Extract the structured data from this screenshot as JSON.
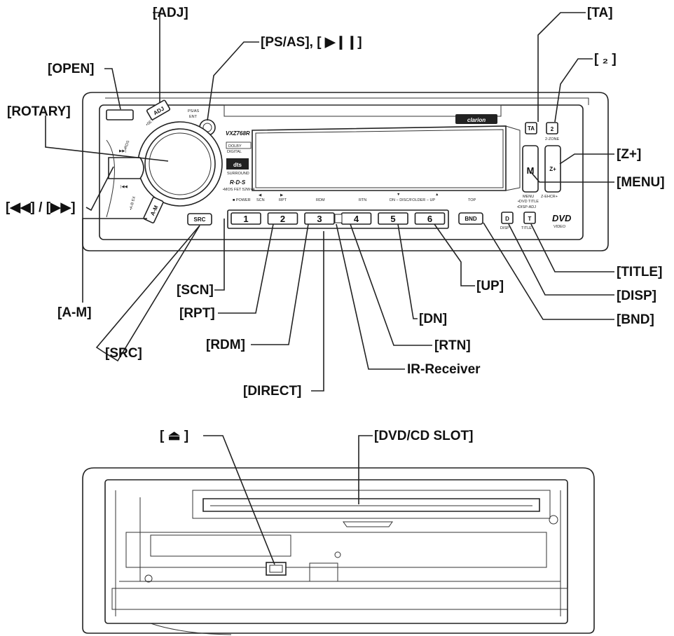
{
  "callouts": {
    "adj": "[ADJ]",
    "ta": "[TA]",
    "ps_as": "[PS/AS], [ ▶❙❙]",
    "zone": "[ ₂ ]",
    "open": "[OPEN]",
    "rotary": "[ROTARY]",
    "z_plus": "[Z+]",
    "menu": "[MENU]",
    "prev_next": "[◀◀] / [▶▶]",
    "title": "[TITLE]",
    "a_m": "[A-M]",
    "disp": "[DISP]",
    "scn": "[SCN]",
    "up": "[UP]",
    "bnd": "[BND]",
    "rpt": "[RPT]",
    "dn": "[DN]",
    "src": "[SRC]",
    "rdm": "[RDM]",
    "rtn": "[RTN]",
    "ir_receiver": "IR-Receiver",
    "direct": "[DIRECT]",
    "eject": "[ ⏏ ]",
    "dvd_cd_slot": "[DVD/CD SLOT]"
  },
  "device": {
    "brand": "clarion",
    "model": "VXZ768R",
    "ps_as_label": "PS/AS",
    "ent_label": "ENT",
    "set_label": "•SET•",
    "adj_button": "ADJ",
    "rds_label": "•RDS",
    "ab_ex_label": "•A-B EX",
    "am_button": "A-M",
    "src_button": "SRC",
    "bnd_button": "BND",
    "ta_button": "TA",
    "zone_label": "2-ZONE",
    "m_button": "M",
    "zplus_button": "Z+",
    "menu_label": "MENU",
    "dvd_title_label": "•DVD TITLE",
    "zenhcr_label": "Z-EHCR+",
    "disp_adj_label": "•DISP-ADJ",
    "d_button": "D",
    "t_button": "T",
    "disp_label": "DISP",
    "title_label": "TITLE",
    "dvd_logo": "DVD",
    "video_label": "VIDEO",
    "power_label": "■ POWER",
    "dolby_label": "DOLBY",
    "digital_label": "DIGITAL",
    "dts_label": "dts",
    "surround_label": "SURROUND",
    "rds_logo": "R·D·S",
    "mosfet_label": "•MOS FET 52W×4",
    "number_buttons": [
      "1",
      "2",
      "3",
      "4",
      "5",
      "6"
    ],
    "function_labels": {
      "scn": "SCN",
      "rpt": "RPT",
      "rdm": "RDM",
      "rtn": "RTN",
      "dn_disc_folder_up": "DN − DISC/FOLDER − UP",
      "top": "TOP"
    }
  }
}
